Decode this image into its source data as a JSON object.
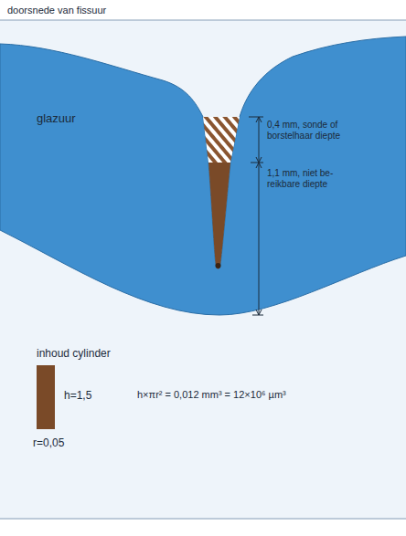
{
  "diagram": {
    "title": "doorsnede van fissuur",
    "labels": [
      "glazuur",
      "0,4 mm, sonde of borstelhaar diepte",
      "1,1 mm, niet be- reikbare diepte",
      "inhoud cylinder",
      "h=1,5",
      "r=0,05",
      "h×πr² = 0,012 mm³ = 12×10⁶ µm³"
    ]
  }
}
